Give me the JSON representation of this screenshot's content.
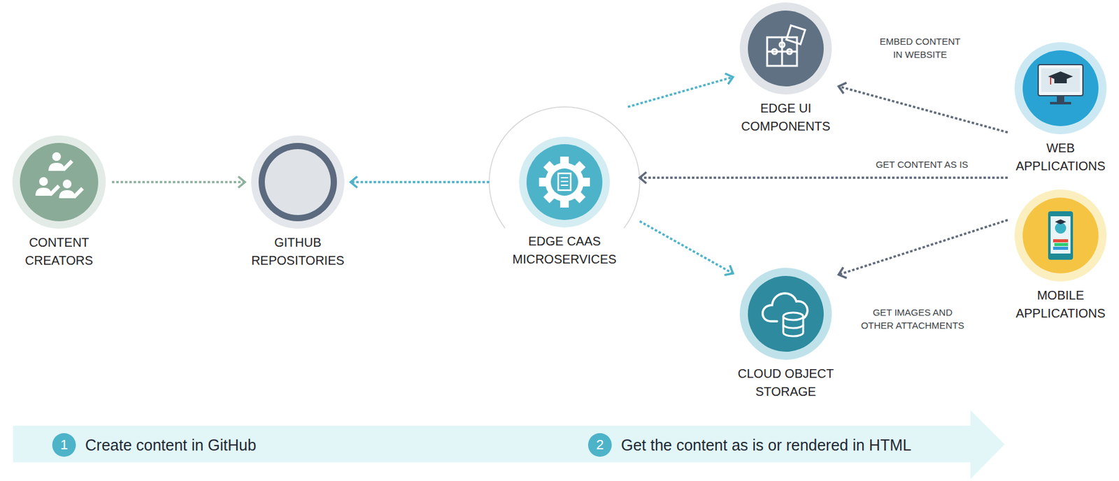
{
  "diagram": {
    "nodes": [
      {
        "text": [
          "CONTENT CREATORS"
        ]
      },
      {
        "text": [
          "GITHUB REPOSITORIES"
        ]
      },
      {
        "text": [
          "EDGE CAAS MICROSERVICES"
        ]
      },
      {
        "text": [
          "EDGE UI COMPONENTS"
        ]
      },
      {
        "text": [
          "CLOUD OBJECT STORAGE"
        ]
      },
      {
        "text": [
          "WEB APPLICATIONS"
        ]
      },
      {
        "text": [
          "MOBILE APPLICATIONS"
        ]
      }
    ],
    "edges": [
      {
        "from": 0,
        "to": 1,
        "arrow": "to"
      },
      {
        "from": 2,
        "to": 1,
        "arrow": "to"
      },
      {
        "from": 2,
        "to": 3,
        "arrow": "to"
      },
      {
        "from": 2,
        "to": 4,
        "arrow": "to"
      },
      {
        "from": 5,
        "to": 3,
        "label": "EMBED CONTENT IN WEBSITE",
        "arrow": "to"
      },
      {
        "from": 5,
        "to": 2,
        "label": "GET CONTENT AS IS",
        "arrow": "to"
      },
      {
        "from": 6,
        "to": 4,
        "label": "GET IMAGES AND OTHER ATTACHMENTS",
        "arrow": "to"
      }
    ],
    "labels": [
      "1",
      "Create content in GitHub",
      "2",
      "Get the content as is or rendered in HTML"
    ]
  }
}
